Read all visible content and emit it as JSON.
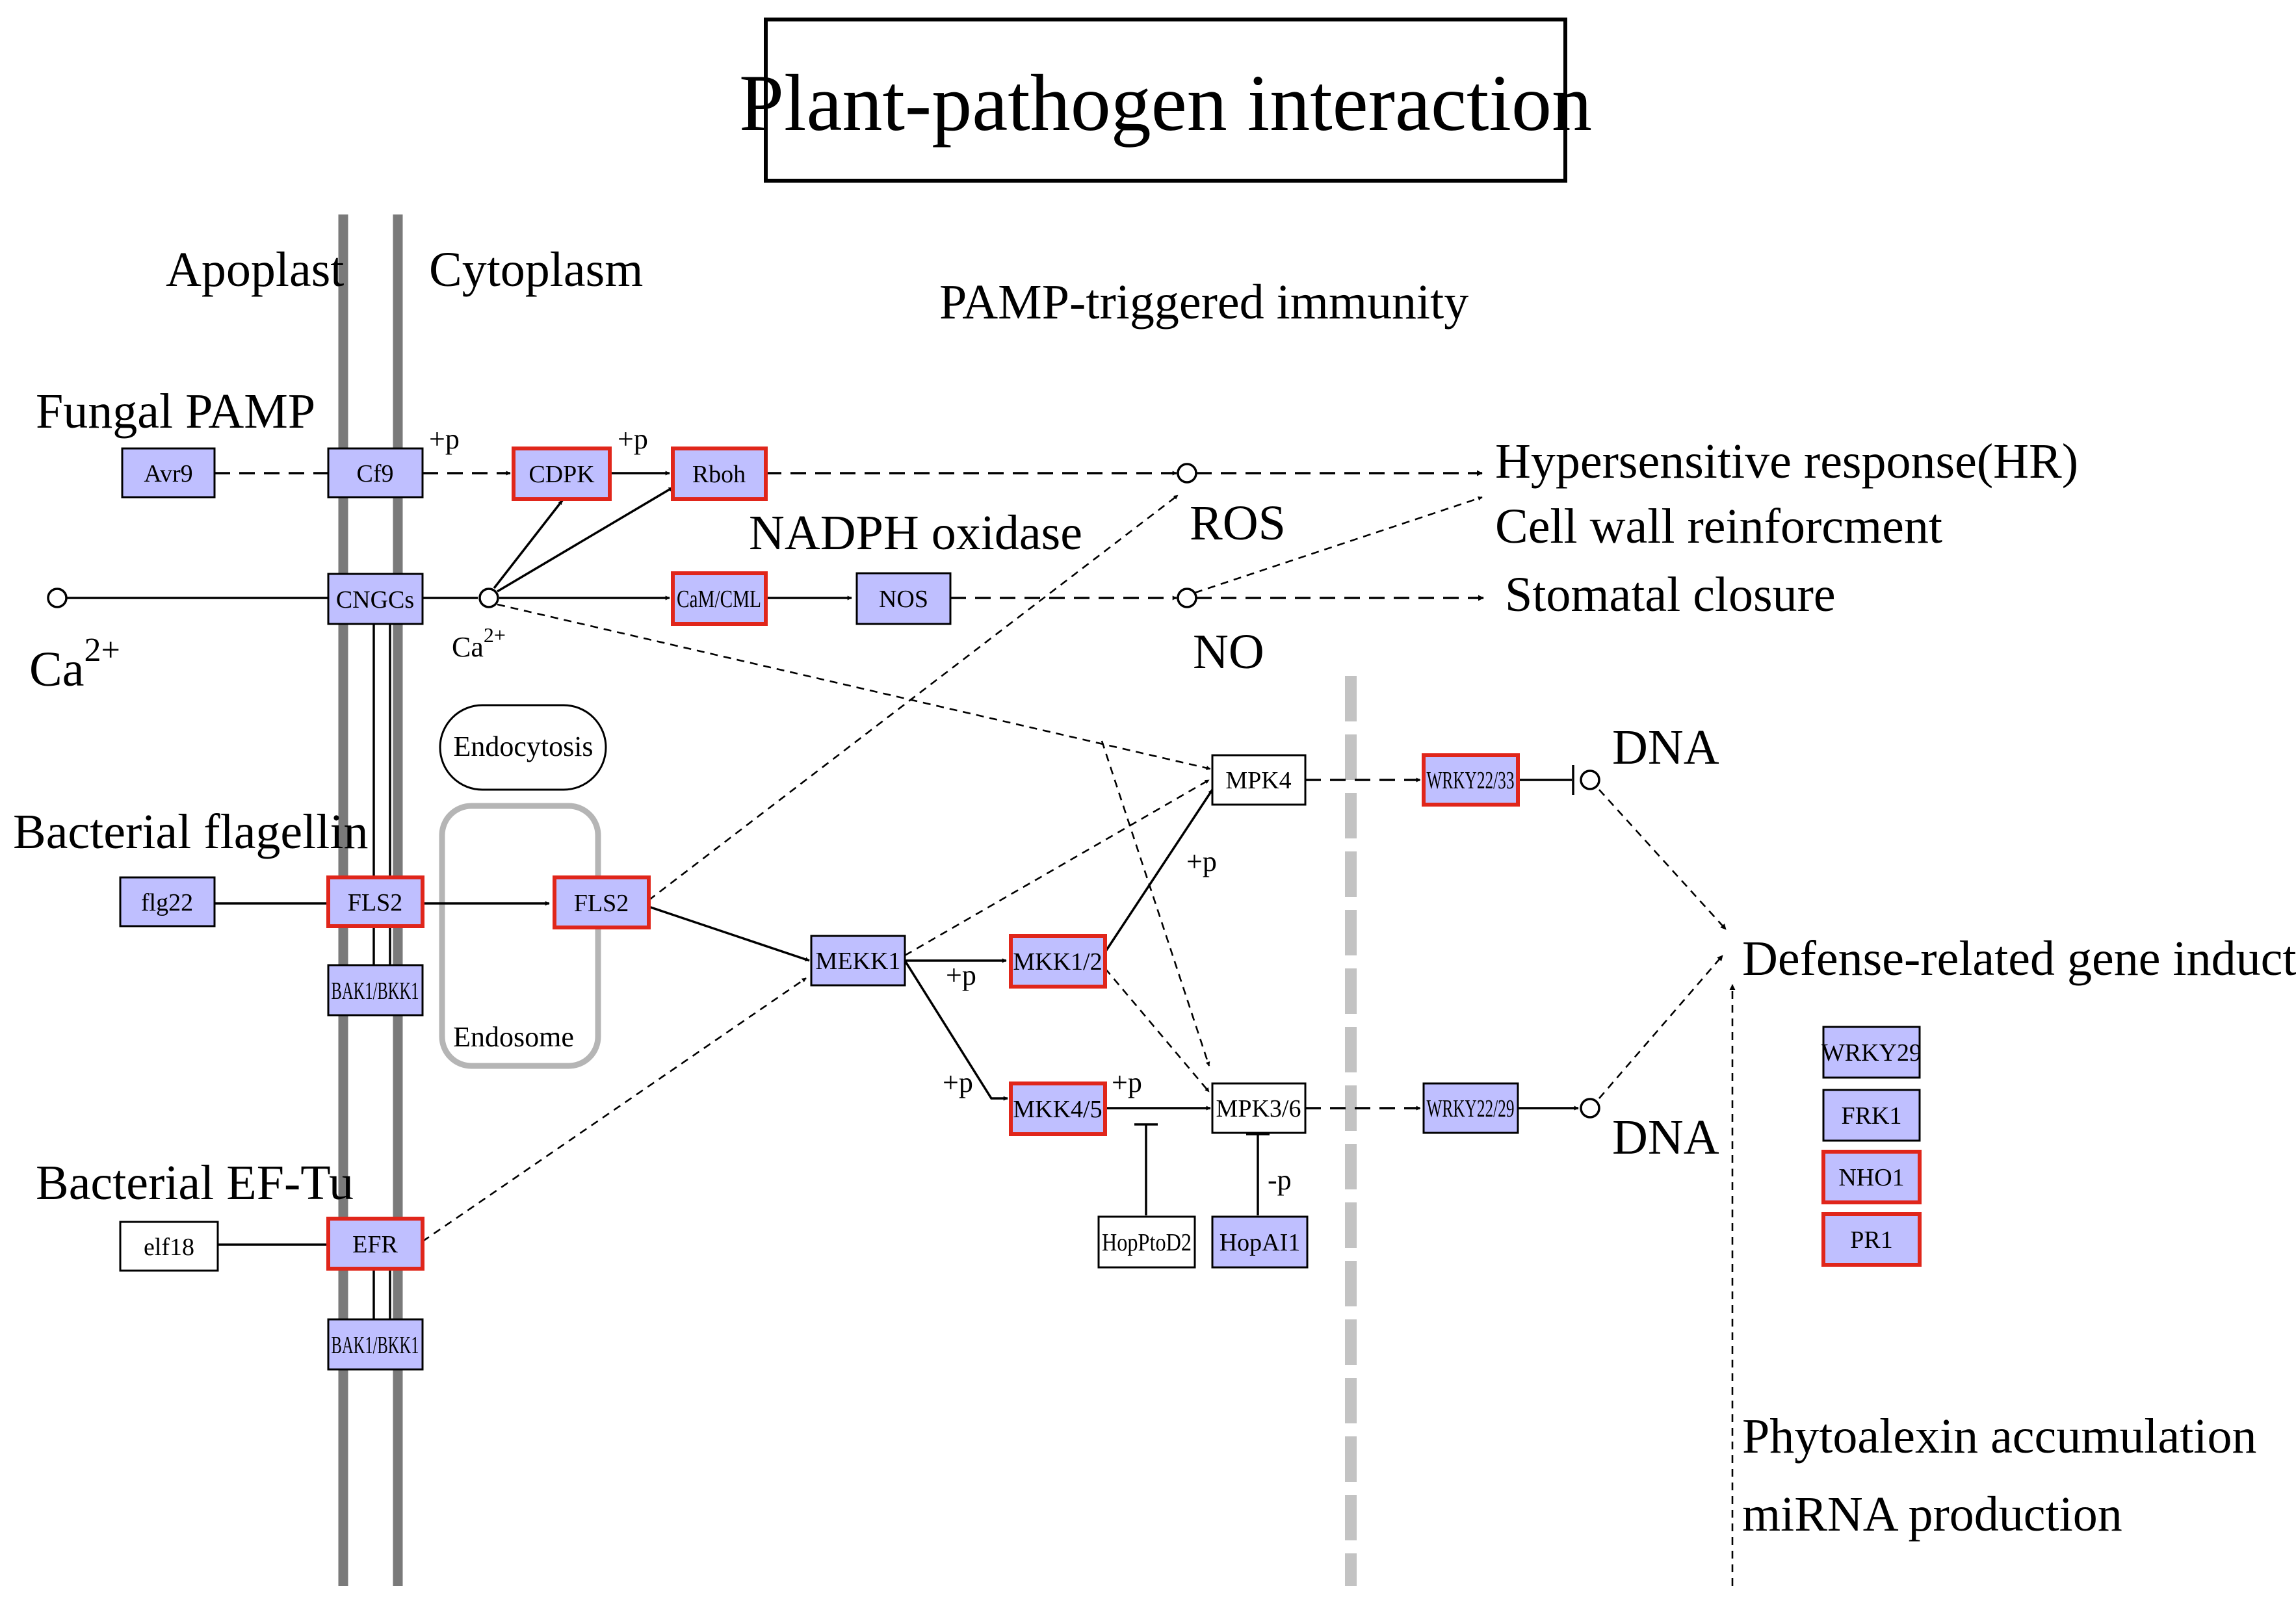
{
  "title": "Plant-pathogen interaction",
  "regions": {
    "apoplast": "Apoplast",
    "cytoplasm": "Cytoplasm",
    "pamp_immunity": "PAMP-triggered immunity",
    "nadph": "NADPH oxidase",
    "endocytosis": "Endocytosis",
    "endosome": "Endosome"
  },
  "inputs": {
    "fungal_pamp": "Fungal PAMP",
    "ca_main": "Ca",
    "ca_main_sup": "2+",
    "ca_small": "Ca",
    "ca_small_sup": "2+",
    "bacterial_flagellin": "Bacterial flagellin",
    "bacterial_eftu": "Bacterial EF-Tu"
  },
  "nodes": {
    "avr9": "Avr9",
    "cf9": "Cf9",
    "cdpk": "CDPK",
    "rboh": "Rboh",
    "cngcs": "CNGCs",
    "camcml": "CaM/CML",
    "nos": "NOS",
    "flg22": "flg22",
    "fls2_membrane": "FLS2",
    "fls2_endosome": "FLS2",
    "bak1_top": "BAK1/BKK1",
    "elf18": "elf18",
    "efr": "EFR",
    "bak1_bottom": "BAK1/BKK1",
    "mekk1": "MEKK1",
    "mkk12": "MKK1/2",
    "mkk45": "MKK4/5",
    "mpk4": "MPK4",
    "mpk36": "MPK3/6",
    "wrky2233": "WRKY22/33",
    "wrky2229": "WRKY22/29",
    "hopptod2": "HopPtoD2",
    "hopai1": "HopAI1",
    "wrky29": "WRKY29",
    "frk1": "FRK1",
    "nho1": "NHO1",
    "pr1": "PR1"
  },
  "compounds": {
    "ros": "ROS",
    "no": "NO",
    "dna_top": "DNA",
    "dna_bottom": "DNA"
  },
  "edge_labels": {
    "p_cf9_cdpk": "+p",
    "p_cdpk_rboh": "+p",
    "p_mkk12_mpk4": "+p",
    "p_mekk1_mkk12": "+p",
    "p_mekk1_mkk45": "+p",
    "p_mkk45_mpk36": "+p",
    "p_hopai1": "-p"
  },
  "outcomes": {
    "hr": "Hypersensitive response(HR)",
    "cell_wall": "Cell wall reinforcment",
    "stomatal": "Stomatal closure",
    "defense": "Defense-related gene induction",
    "phytoalexin": "Phytoalexin accumulation",
    "mirna": "miRNA production"
  },
  "colors": {
    "gene_fill": "#bfbfff",
    "highlight_border": "#e0261b",
    "normal_border": "#000000",
    "membrane": "#7a7a7a",
    "nucleus_boundary": "#c3c3c3",
    "endosome": "#b5b5b5"
  }
}
